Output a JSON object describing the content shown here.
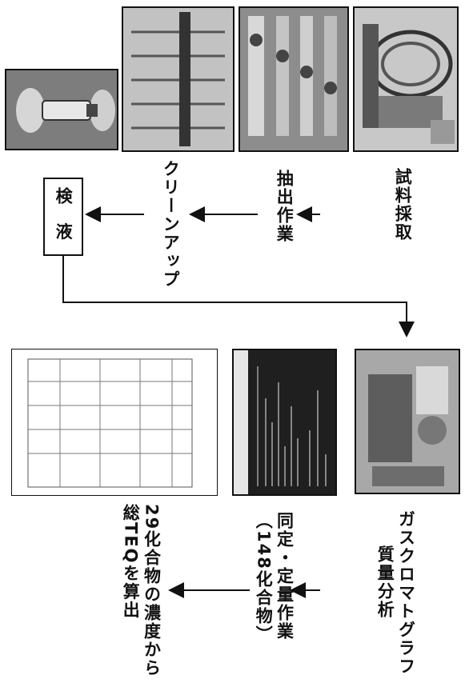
{
  "steps": {
    "sampling": "試料採取",
    "extraction": "抽出作業",
    "cleanup": "クリーンアップ",
    "test_solution": "検 液",
    "gcms_line1": "ガスクロマトグラフ",
    "gcms_line2": "質量分析",
    "quant_line1": "同定・定量作業",
    "quant_line2": "（148化合物）",
    "teq_line1": "29化合物の濃度から",
    "teq_line2": "総TEQを算出"
  },
  "colors": {
    "line": "#111111",
    "photo_bg": "#9a9a9a",
    "screen_bg": "#2b2b2b"
  }
}
